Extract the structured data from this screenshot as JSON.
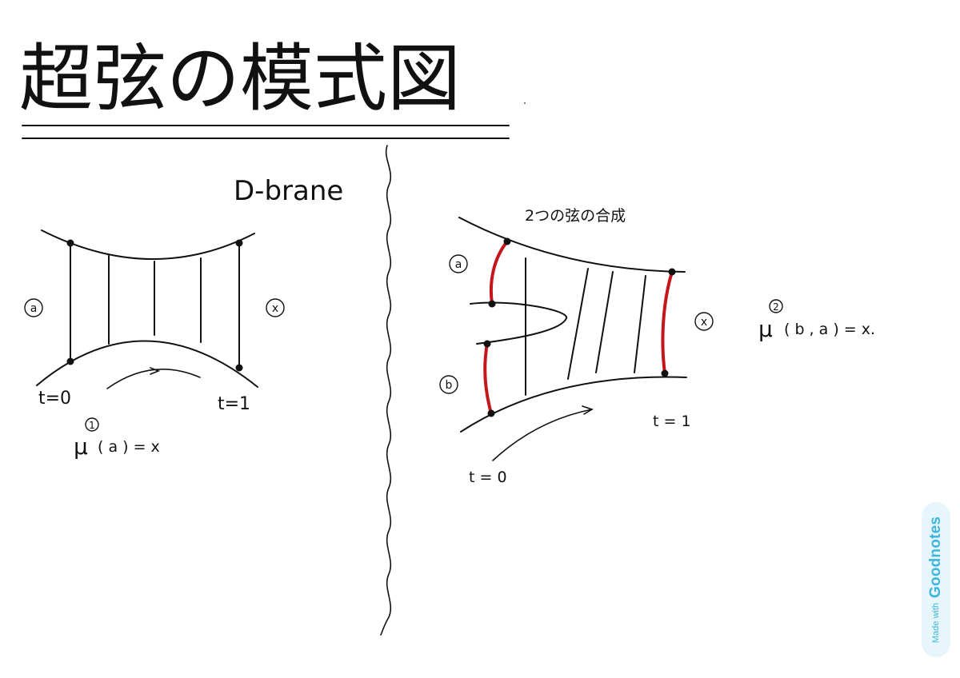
{
  "title": "超弦の模式図",
  "left_diagram": {
    "label": "D-brane",
    "input_label": "a",
    "output_label": "x",
    "t_start": "t=0",
    "t_end": "t=1",
    "op_index": "1",
    "formula_mu": "μ",
    "formula_rest": "( a ) = x"
  },
  "right_diagram": {
    "label": "2つの弦の合成",
    "input_top_label": "a",
    "input_bottom_label": "b",
    "output_label": "x",
    "t_start": "t = 0",
    "t_end": "t = 1",
    "op_index": "2",
    "formula_mu": "μ",
    "formula_rest": "( b , a ) = x."
  },
  "accent_color": "#c4161c",
  "badge": {
    "made_with": "Made with",
    "brand": "Goodnotes",
    "color": "#3db6df",
    "background": "#e6f6fb"
  }
}
